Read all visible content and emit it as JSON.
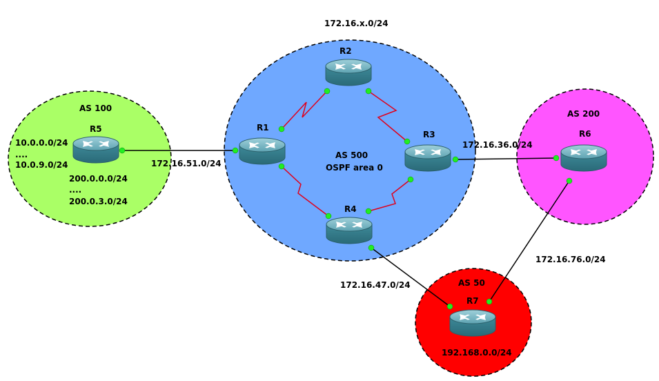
{
  "diagram": {
    "top_subnet": "172.16.x.0/24",
    "zones": {
      "as100": {
        "title": "AS 100",
        "fill": "#aaff66"
      },
      "as500": {
        "title": "AS 500",
        "subtitle": "OSPF area 0",
        "fill": "#6fa8ff"
      },
      "as200": {
        "title": "AS 200",
        "fill": "#ff55ff"
      },
      "as50": {
        "title": "AS 50",
        "fill": "#ff0000"
      }
    },
    "routers": {
      "r1": "R1",
      "r2": "R2",
      "r3": "R3",
      "r4": "R4",
      "r5": "R5",
      "r6": "R6",
      "r7": "R7"
    },
    "networks": {
      "r5_a": "10.0.0.0/24",
      "r5_dots1": "....",
      "r5_b": "10.0.9.0/24",
      "r5_c": "200.0.0.0/24",
      "r5_dots2": "....",
      "r5_d": "200.0.3.0/24",
      "r1_r5": "172.16.51.0/24",
      "r3_r6": "172.16.36.0/24",
      "r6_r7": "172.16.76.0/24",
      "r4_r7": "172.16.47.0/24",
      "r7_lan": "192.168.0.0/24"
    },
    "colors": {
      "serial_link": "#e0001b",
      "ethernet_link": "#000000",
      "port_dot": "#22ee22",
      "router_body": "#3e8a99"
    },
    "icons": [
      "router-icon"
    ]
  }
}
